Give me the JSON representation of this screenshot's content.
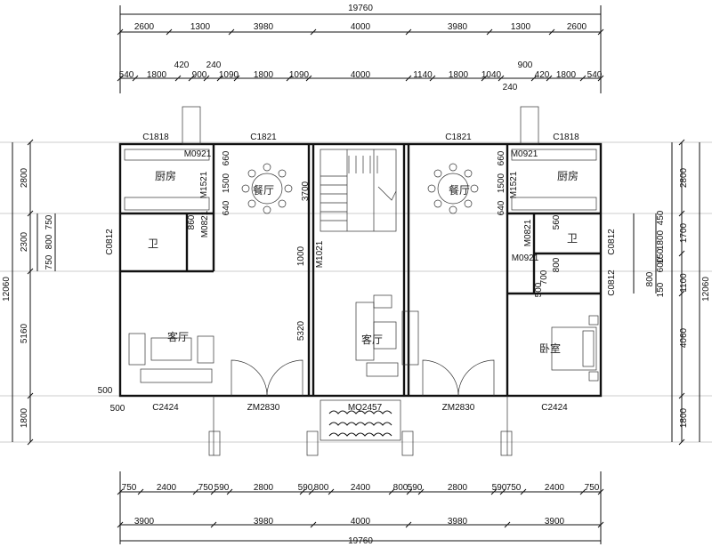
{
  "diagram": {
    "top_total": "19760",
    "top_row1": [
      "2600",
      "1300",
      "3980",
      "4000",
      "3980",
      "1300",
      "2600"
    ],
    "top_row2": [
      "540",
      "1800",
      "420",
      "900",
      "240",
      "1090",
      "1800",
      "1090",
      "4000",
      "1140",
      "1800",
      "1040",
      "900",
      "420",
      "1800",
      "540"
    ],
    "top_row2_extra": [
      "240"
    ],
    "bottom_row1": [
      "750",
      "2400",
      "750",
      "590",
      "2800",
      "590",
      "800",
      "2400",
      "800",
      "590",
      "2800",
      "590",
      "750",
      "2400",
      "750"
    ],
    "bottom_row2": [
      "3900",
      "3980",
      "4000",
      "3980",
      "3900"
    ],
    "bottom_total": "19760",
    "left_outer": [
      "2800",
      "2300",
      "5160",
      "1800"
    ],
    "left_total": "12060",
    "left_inner": [
      "750",
      "800",
      "750"
    ],
    "right_outer": [
      "2800",
      "1700",
      "1100",
      "4060",
      "1800"
    ],
    "right_total": "12060",
    "right_inner": [
      "450",
      "1800",
      "150",
      "600",
      "800",
      "150"
    ],
    "rooms": {
      "kitchen": "厨房",
      "dining": "餐厅",
      "bathroom": "卫",
      "living": "客厅",
      "bedroom": "卧室"
    },
    "openings": [
      "C1818",
      "M0921",
      "C1821",
      "M1521",
      "M0821",
      "C0812",
      "M1021",
      "ZM2830",
      "MQ2457",
      "C2424",
      "M0921",
      "C0812",
      "M0821"
    ],
    "inner_dims": [
      "660",
      "1500",
      "640",
      "3700",
      "860",
      "1000",
      "5320",
      "500",
      "500",
      "660",
      "1500",
      "640",
      "560",
      "800",
      "700",
      "500"
    ]
  }
}
